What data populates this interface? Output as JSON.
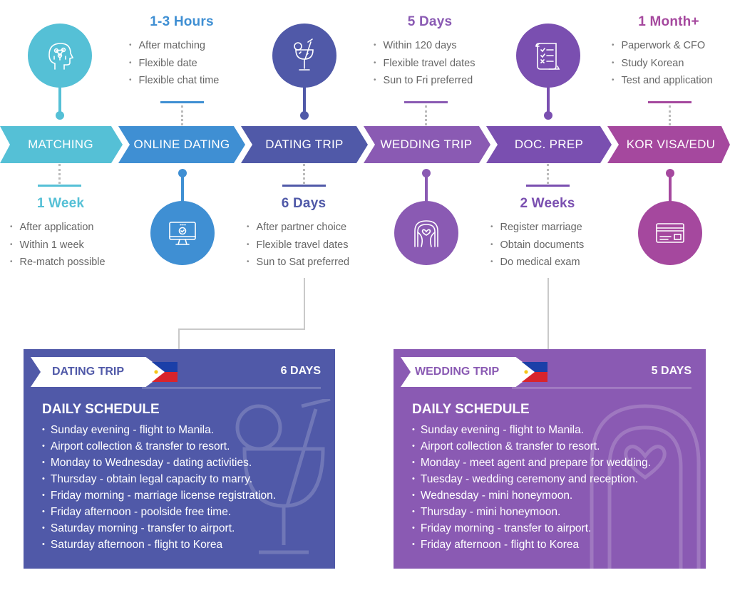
{
  "colors": {
    "matching": "#55c0d6",
    "online": "#3f8fd3",
    "dating": "#5059a8",
    "wedding": "#8a5ab3",
    "doc": "#7a4fb0",
    "visa": "#a5489e"
  },
  "steps": [
    {
      "label": "MATCHING",
      "icon": "person-network-icon"
    },
    {
      "label": "ONLINE DATING",
      "icon": "monitor-icon"
    },
    {
      "label": "DATING TRIP",
      "icon": "cocktail-icon"
    },
    {
      "label": "WEDDING TRIP",
      "icon": "wedding-arch-icon"
    },
    {
      "label": "DOC. PREP",
      "icon": "checklist-document-icon"
    },
    {
      "label": "KOR VISA/EDU",
      "icon": "id-card-icon"
    }
  ],
  "info": {
    "matching": {
      "duration": "1 Week",
      "bullets": [
        "After application",
        "Within 1 week",
        "Re-match possible"
      ]
    },
    "online": {
      "duration": "1-3 Hours",
      "bullets": [
        "After matching",
        "Flexible date",
        "Flexible chat time"
      ]
    },
    "dating": {
      "duration": "6 Days",
      "bullets": [
        "After partner choice",
        "Flexible travel dates",
        "Sun to Sat preferred"
      ]
    },
    "wedding": {
      "duration": "5 Days",
      "bullets": [
        "Within 120 days",
        "Flexible travel dates",
        "Sun to Fri preferred"
      ]
    },
    "doc": {
      "duration": "2 Weeks",
      "bullets": [
        "Register marriage",
        "Obtain documents",
        "Do medical exam"
      ]
    },
    "visa": {
      "duration": "1 Month+",
      "bullets": [
        "Paperwork & CFO",
        "Study Korean",
        "Test and application"
      ]
    }
  },
  "panels": {
    "dating": {
      "tag": "DATING TRIP",
      "flag": "philippines-flag-icon",
      "days": "6 DAYS",
      "schedule_title": "DAILY SCHEDULE",
      "items": [
        "Sunday evening - flight to Manila.",
        "Airport collection & transfer to resort.",
        "Monday to Wednesday - dating activities.",
        "Thursday - obtain legal capacity to marry.",
        "Friday morning - marriage license registration.",
        "Friday afternoon - poolside free time.",
        "Saturday morning - transfer to airport.",
        "Saturday afternoon - flight to Korea"
      ]
    },
    "wedding": {
      "tag": "WEDDING TRIP",
      "flag": "philippines-flag-icon",
      "days": "5 DAYS",
      "schedule_title": "DAILY SCHEDULE",
      "items": [
        "Sunday evening - flight to Manila.",
        "Airport collection & transfer to resort.",
        "Monday - meet agent and prepare for wedding.",
        "Tuesday - wedding ceremony and reception.",
        "Wednesday - mini honeymoon.",
        "Thursday - mini honeymoon.",
        "Friday morning - transfer to airport.",
        "Friday afternoon - flight to Korea"
      ]
    }
  }
}
